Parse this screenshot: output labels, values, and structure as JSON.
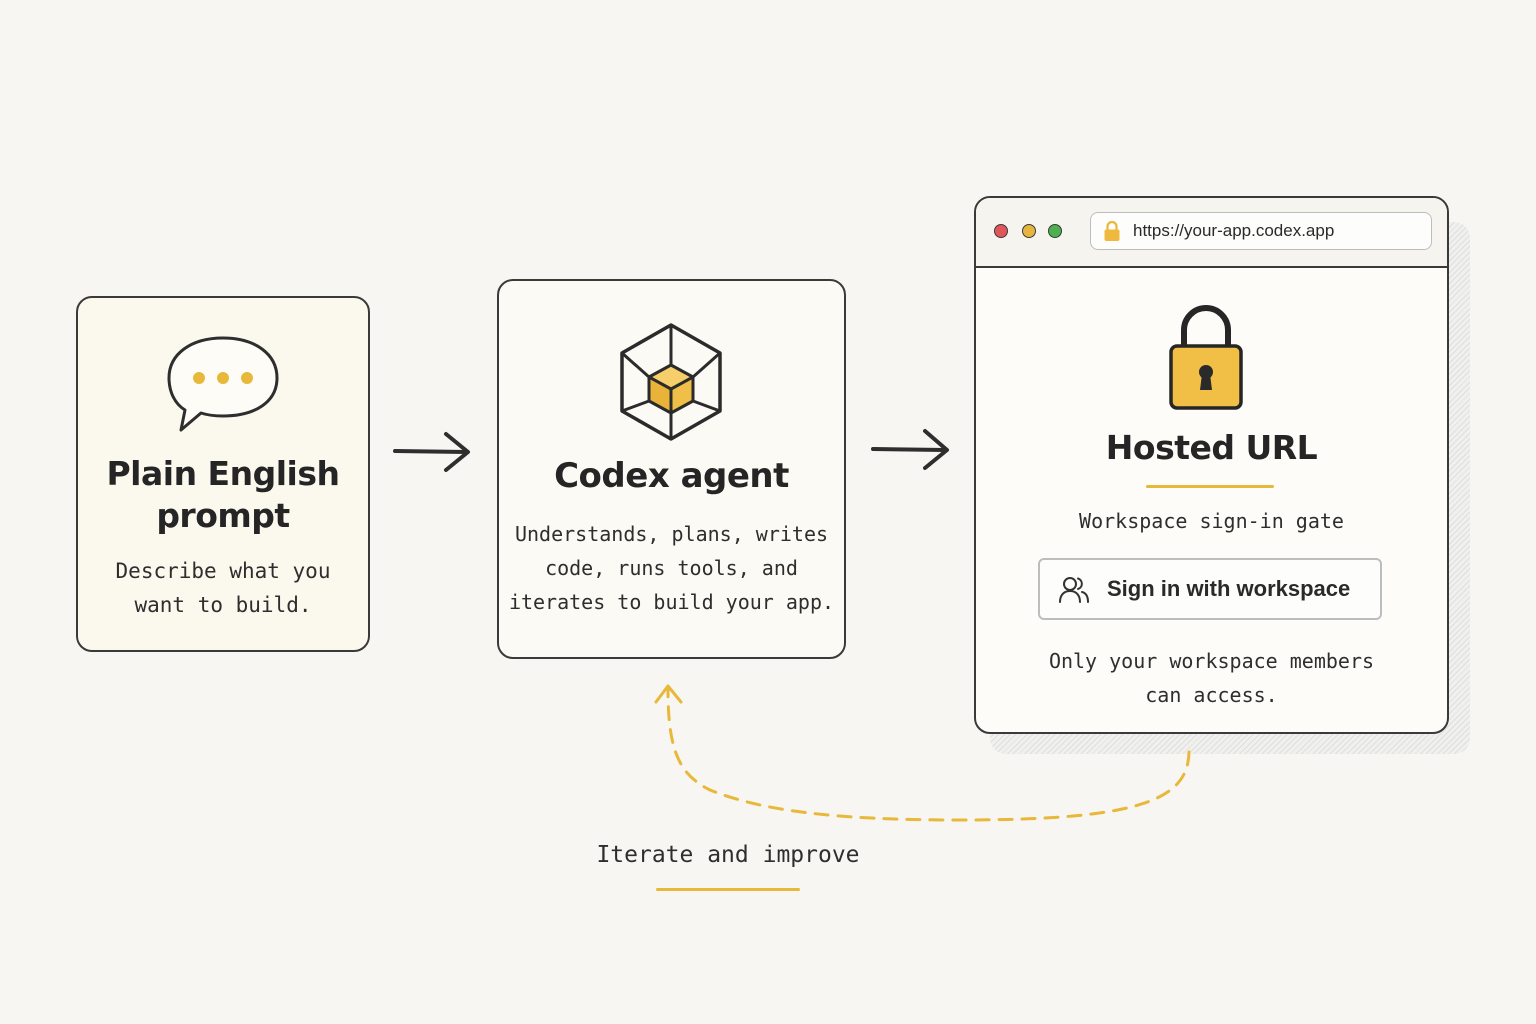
{
  "steps": {
    "prompt": {
      "title": "Plain English\nprompt",
      "description": "Describe what you\nwant to build.",
      "icon": "chat-bubble-icon"
    },
    "agent": {
      "title": "Codex agent",
      "description": "Understands, plans, writes\ncode, runs tools, and\niterates to build your app.",
      "icon": "cube-icon"
    },
    "hosted": {
      "url": "https://your-app.codex.app",
      "title": "Hosted URL",
      "subtitle": "Workspace sign-in gate",
      "signin_label": "Sign in with workspace",
      "access_note": "Only your workspace members\ncan access.",
      "icon": "padlock-icon"
    }
  },
  "loop": {
    "label": "Iterate and improve"
  },
  "colors": {
    "accent": "#e8b83a",
    "outline": "#3a3a3a",
    "background": "#f7f6f2",
    "window_red": "#e0575a",
    "window_yellow": "#e7b43d",
    "window_green": "#4caf50"
  }
}
